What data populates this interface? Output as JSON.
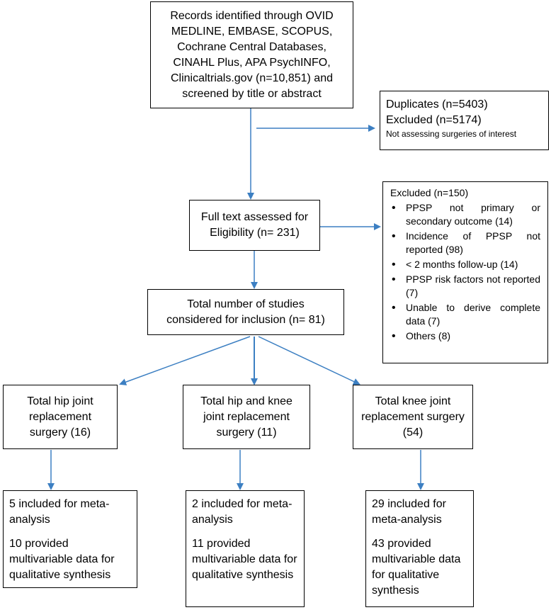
{
  "identified": "Records identified through OVID MEDLINE, EMBASE, SCOPUS, Cochrane Central Databases, CINAHL Plus, APA PsychINFO, Clinicaltrials.gov (n=10,851) and screened by title or abstract",
  "duplicates": "Duplicates (n=5403)",
  "excluded_screen": "Excluded (n=5174)",
  "excluded_screen_reason": "Not assessing surgeries of interest",
  "fulltext": "Full text assessed for Eligibility (n= 231)",
  "excluded_full": {
    "title": "Excluded (n=150)",
    "items": [
      "PPSP not primary or secondary outcome (14)",
      "Incidence of PPSP not reported (98)",
      "< 2 months follow-up (14)",
      "PPSP risk factors not reported (7)",
      "Unable to derive complete data (7)",
      "Others (8)"
    ]
  },
  "considered": "Total number of studies considered for inclusion (n= 81)",
  "groups": [
    {
      "label": "Total hip joint replacement surgery (16)",
      "meta": "5 included for meta-analysis",
      "qual": "10 provided multivariable data for qualitative synthesis"
    },
    {
      "label": "Total hip and knee joint replacement surgery (11)",
      "meta": "2 included for meta-analysis",
      "qual": "11 provided multivariable data for qualitative synthesis"
    },
    {
      "label": "Total knee joint replacement surgery (54)",
      "meta": "29 included for meta-analysis",
      "qual": "43 provided multivariable data for qualitative synthesis"
    }
  ],
  "colors": {
    "arrow": "#3c7fc2",
    "border": "#000000"
  }
}
